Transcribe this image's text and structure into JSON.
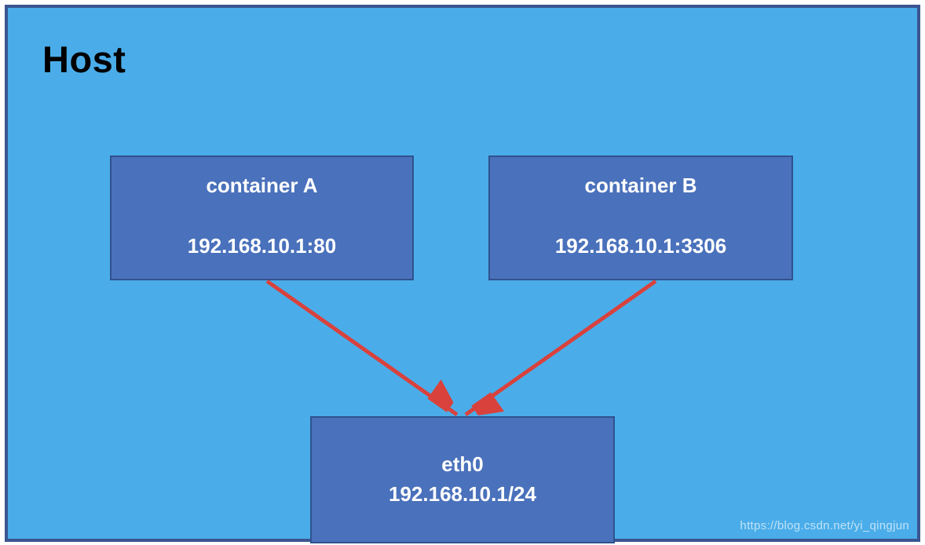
{
  "diagram": {
    "host": {
      "label": "Host"
    },
    "nodes": [
      {
        "id": "container-a",
        "title": "container A",
        "address": "192.168.10.1:80"
      },
      {
        "id": "container-b",
        "title": "container B",
        "address": "192.168.10.1:3306"
      },
      {
        "id": "eth0",
        "title": "eth0",
        "address": "192.168.10.1/24"
      }
    ],
    "edges": [
      {
        "from": "container-a",
        "to": "eth0",
        "style": "red-arrow"
      },
      {
        "from": "container-b",
        "to": "eth0",
        "style": "red-arrow"
      }
    ]
  },
  "watermark": {
    "text": "https://blog.csdn.net/yi_qingjun"
  },
  "colors": {
    "host_fill": "#4aade9",
    "host_border": "#3a5591",
    "node_fill": "#4a71bb",
    "node_border": "#2f528f",
    "arrow": "#d9413c",
    "node_text": "#ffffff",
    "host_title": "#000000"
  }
}
